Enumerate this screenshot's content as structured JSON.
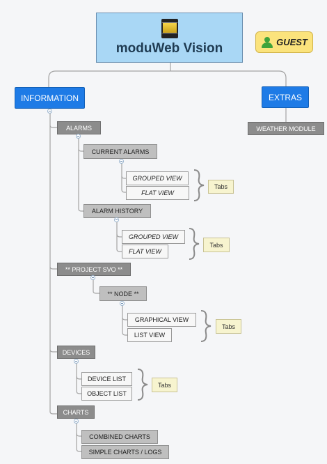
{
  "root": {
    "title": "moduWeb Vision",
    "icon": "moduweb-device-icon"
  },
  "guest": {
    "label": "GUEST",
    "icon": "user-icon"
  },
  "branches": {
    "information": "INFORMATION",
    "extras": "EXTRAS"
  },
  "extras": {
    "weather_module": "WEATHER MODULE"
  },
  "information": {
    "alarms": {
      "label": "ALARMS",
      "current_alarms": {
        "label": "CURRENT ALARMS",
        "grouped_view": "GROUPED VIEW",
        "flat_view": "FLAT VIEW",
        "tabs": "Tabs"
      },
      "alarm_history": {
        "label": "ALARM HISTORY",
        "grouped_view": "GROUPED VIEW",
        "flat_view": "FLAT VIEW",
        "tabs": "Tabs"
      }
    },
    "project": {
      "label": "** PROJECT SVO **",
      "node": {
        "label": "** NODE **",
        "graphical_view": "GRAPHICAL VIEW",
        "list_view": "LIST VIEW",
        "tabs": "Tabs"
      }
    },
    "devices": {
      "label": "DEVICES",
      "device_list": "DEVICE LIST",
      "object_list": "OBJECT LIST",
      "tabs": "Tabs"
    },
    "charts": {
      "label": "CHARTS",
      "combined_charts": "COMBINED CHARTS",
      "simple_charts": "SIMPLE CHARTS / LOGS"
    }
  },
  "colors": {
    "root_fill": "#a9d7f5",
    "branch_blue": "#1e7be6",
    "guest_fill": "#fbe37c",
    "tabs_fill": "#f7f4cf",
    "connector": "#9a9a9a"
  }
}
